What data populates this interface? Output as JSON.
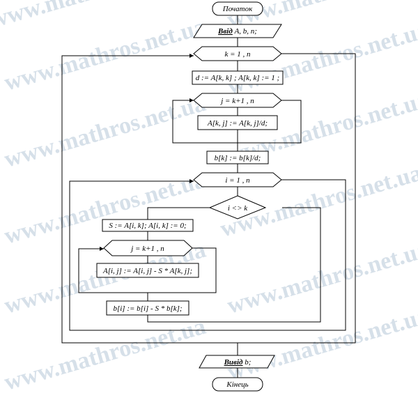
{
  "watermark": "www.mathros.net.ua",
  "blocks": {
    "start": "Початок",
    "input_keyword": "Ввід",
    "input_rest": " A, b, n;",
    "loop_k": "k = 1 , n",
    "assign_d": "d := A[k, k] ; A[k, k] := 1 ;",
    "loop_j1": "j = k+1 , n",
    "assign_akj": "A[k, j] := A[k, j]/d;",
    "assign_bk": "b[k] := b[k]/d;",
    "loop_i": "i = 1 , n",
    "cond": "i <> k",
    "assign_s": "S := A[i, k]; A[i, k] := 0;",
    "loop_j2": "j = k+1 , n",
    "assign_aij": "A[i, j] := A[i, j] - S * A[k, j];",
    "assign_bi": "b[i] := b[i] - S * b[k];",
    "output_keyword": "Вивід",
    "output_rest": " b;",
    "end": "Кінець"
  }
}
